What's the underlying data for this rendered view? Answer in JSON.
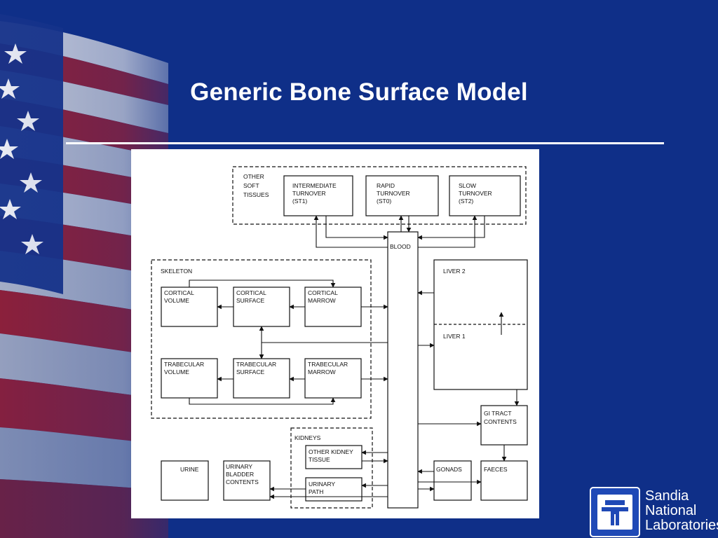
{
  "slide": {
    "title": "Generic Bone Surface Model"
  },
  "diagram": {
    "groups": {
      "other_soft_tissues": [
        "OTHER",
        "SOFT",
        "TISSUES"
      ],
      "skeleton": "SKELETON",
      "kidneys": "KIDNEYS"
    },
    "boxes": {
      "st1": [
        "INTERMEDIATE",
        "TURNOVER",
        "(ST1)"
      ],
      "st0": [
        "RAPID",
        "TURNOVER",
        "(ST0)"
      ],
      "st2": [
        "SLOW",
        "TURNOVER",
        "(ST2)"
      ],
      "blood": "BLOOD",
      "liver2": "LIVER 2",
      "liver1": "LIVER 1",
      "cortical_volume": [
        "CORTICAL",
        "VOLUME"
      ],
      "cortical_surface": [
        "CORTICAL",
        "SURFACE"
      ],
      "cortical_marrow": [
        "CORTICAL",
        "MARROW"
      ],
      "trabecular_volume": [
        "TRABECULAR",
        "VOLUME"
      ],
      "trabecular_surface": [
        "TRABECULAR",
        "SURFACE"
      ],
      "trabecular_marrow": [
        "TRABECULAR",
        "MARROW"
      ],
      "gi_tract": [
        "GI TRACT",
        "CONTENTS"
      ],
      "other_kidney": [
        "OTHER KIDNEY",
        "TISSUE"
      ],
      "urinary_path": [
        "URINARY",
        "PATH"
      ],
      "urine": "URINE",
      "bladder": [
        "URINARY",
        "BLADDER",
        "CONTENTS"
      ],
      "gonads": "GONADS",
      "faeces": "FAECES"
    }
  },
  "logo": {
    "lines": [
      "Sandia",
      "National",
      "Laboratories"
    ]
  },
  "colors": {
    "background": "#0f2f88",
    "flag_red": "#a11d2e",
    "flag_white": "#eeeeee",
    "flag_blue": "#16338a"
  }
}
